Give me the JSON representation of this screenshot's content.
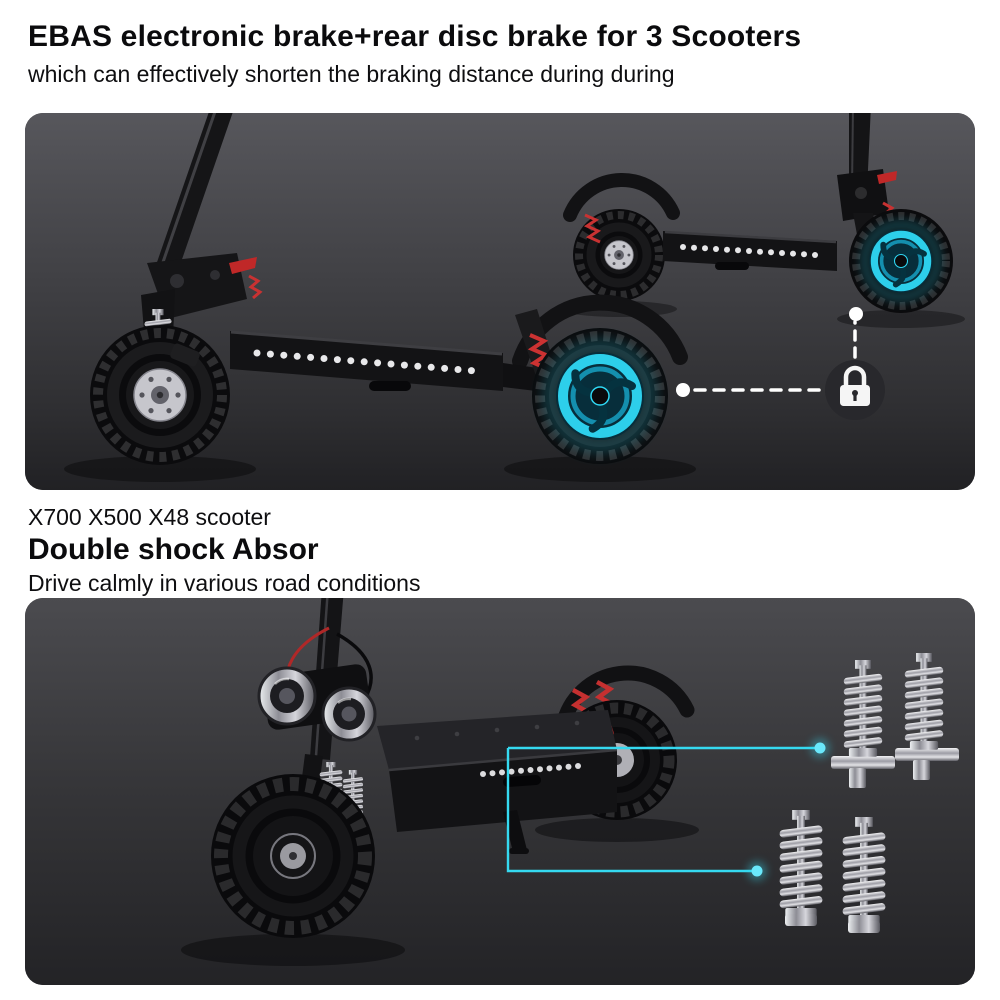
{
  "header": {
    "title": "EBAS electronic brake+rear disc brake for 3 Scooters",
    "subtitle": "which can effectively shorten the braking distance during during"
  },
  "shock_section": {
    "models": "X700 X500 X48 scooter",
    "title": "Double shock Absor",
    "subtitle": "Drive calmly in various road conditions"
  },
  "panels": {
    "brake_panel": {
      "icons": [
        "lock-icon",
        "glowing-brake-disc",
        "callout-dot",
        "dashed-connector"
      ],
      "accent_color": "#35d9f0"
    },
    "shock_panel": {
      "icons": [
        "shock-absorber-spring",
        "cyan-connector",
        "callout-dot"
      ],
      "accent_color": "#35d9f0"
    }
  },
  "colors": {
    "accent_cyan": "#35d9f0",
    "panel_background": "#39393c",
    "text": "#0b0b0d"
  }
}
